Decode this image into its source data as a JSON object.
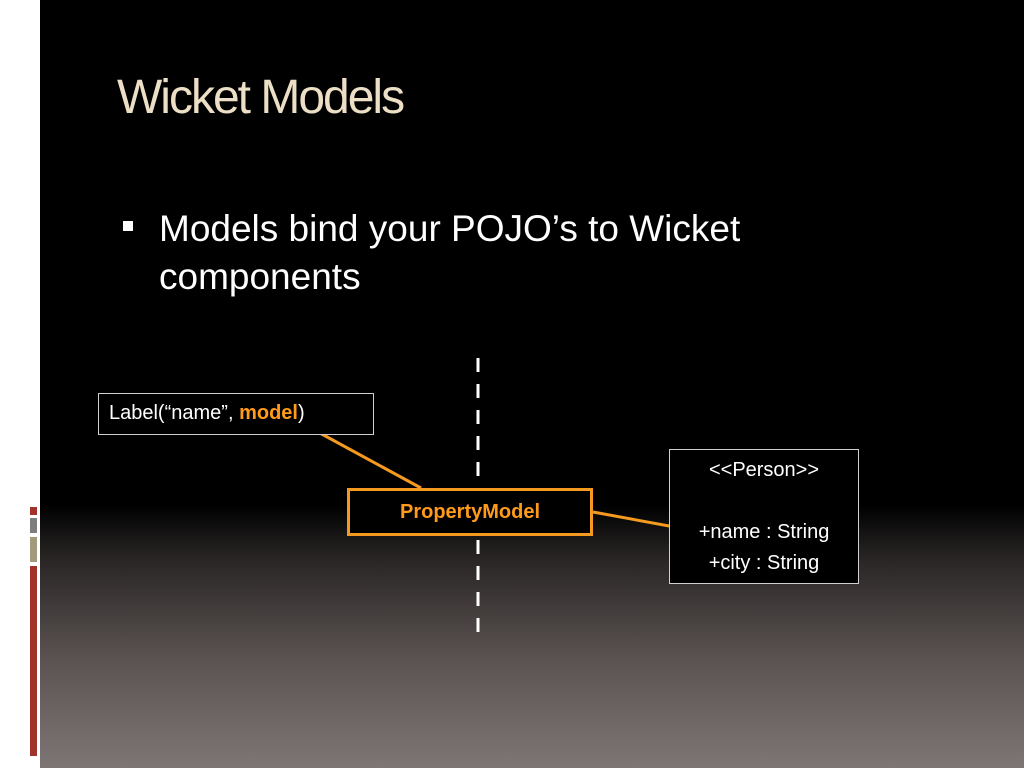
{
  "slide": {
    "title": "Wicket Models",
    "bullets": [
      "Models bind your POJO’s to Wicket components"
    ]
  },
  "diagram": {
    "label_box": {
      "prefix": "Label(“name”, ",
      "highlight": "model",
      "suffix": ")"
    },
    "property_model": "PropertyModel",
    "person_box": {
      "stereotype": "<<Person>>",
      "fields": [
        "+name : String",
        "+city : String"
      ]
    }
  },
  "colors": {
    "title": "#ecdfc6",
    "accent": "#f39a1f",
    "text": "#ffffff",
    "background": "#000000"
  },
  "icons": {
    "bullet": "square-bullet-icon"
  }
}
